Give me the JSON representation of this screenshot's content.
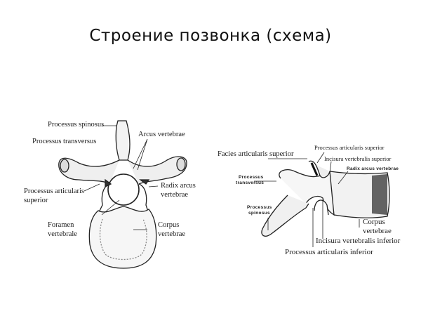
{
  "title": "Строение позвонка (схема)",
  "figure_left": {
    "view": "superior view of vertebra",
    "labels": {
      "processus_spinosus": "Processus spinosus",
      "processus_transversus": "Processus transversus",
      "arcus_vertebrae": "Arcus vertebrae",
      "processus_articularis_1": "Processus articularis",
      "processus_articularis_2": "superior",
      "radix_arcus_1": "Radix arcus",
      "radix_arcus_2": "vertebrae",
      "foramen_1": "Foramen",
      "foramen_2": "vertebrale",
      "corpus_1": "Corpus",
      "corpus_2": "vertebrae"
    }
  },
  "figure_right": {
    "view": "lateral view of vertebra",
    "labels": {
      "processus_articularis_superior": "Processus articularis superior",
      "facies_articularis_superior": "Facies articularis superior",
      "incisura_superior": "Incisura vertebralis superior",
      "radix_arcus": "Radix arcus vertebrae",
      "processus_transversus_1": "Processus",
      "processus_transversus_2": "transversus",
      "processus_spinosus_1": "Processus",
      "processus_spinosus_2": "spinosus",
      "corpus_1": "Corpus",
      "corpus_2": "vertebrae",
      "incisura_inferior": "Incisura vertebralis inferior",
      "processus_articularis_inferior": "Processus articularis inferior"
    }
  }
}
